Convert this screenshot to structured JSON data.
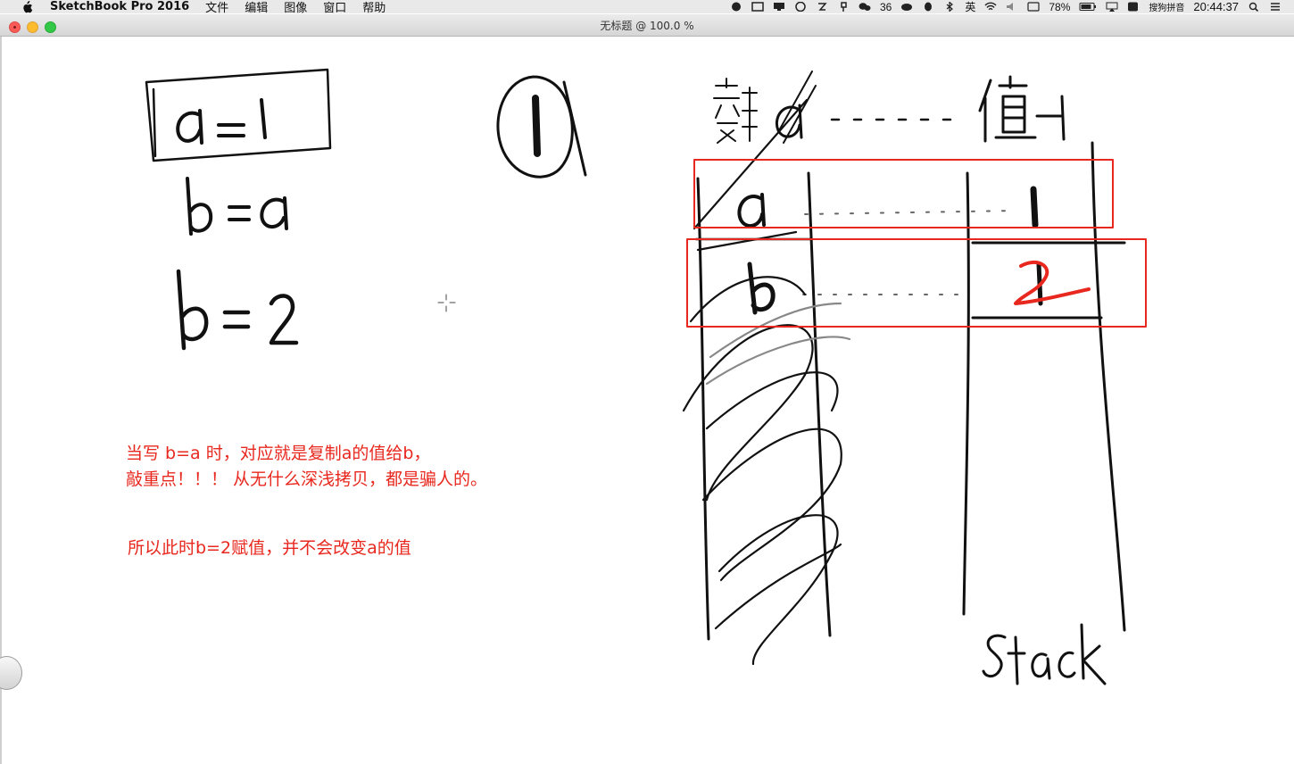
{
  "menubar": {
    "app_name": "SketchBook Pro 2016",
    "menus": [
      "文件",
      "编辑",
      "图像",
      "窗口",
      "帮助"
    ],
    "status_count": "36",
    "input_method_short": "英",
    "battery": "78%",
    "input_method": "搜狗拼音",
    "time": "20:44:37"
  },
  "window": {
    "title": "无标题 @ 100.0 %"
  },
  "notes": {
    "line1": "当写 b=a 时，对应就是复制a的值给b，",
    "line2": "敲重点！！！ 从无什么深浅拷贝，都是骗人的。",
    "line3": "所以此时b=2赋值，并不会改变a的值"
  },
  "colors": {
    "annotation": "#e8281e",
    "ink": "#111111"
  }
}
